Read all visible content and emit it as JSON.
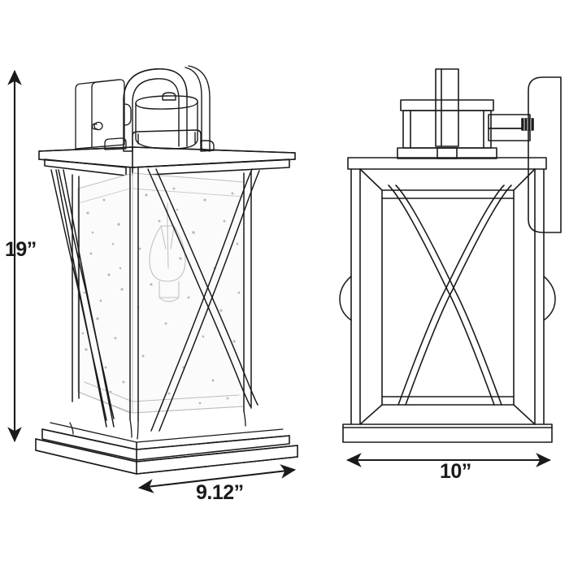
{
  "drawing": {
    "title": "Outdoor Wall Lantern Dimension Drawing",
    "background_color": "#ffffff",
    "line_color": "#1a1a1a",
    "light_line_color": "#8a8a8a",
    "glass_tint": "#fbfbfb",
    "seed_color": "#b9b9b9"
  },
  "dimensions": {
    "height": {
      "label": "19”",
      "value": 19,
      "unit": "in",
      "orientation": "vertical",
      "describes": "overall fixture height"
    },
    "width": {
      "label": "9.12”",
      "value": 9.12,
      "unit": "in",
      "orientation": "horizontal-perspective",
      "describes": "overall fixture width"
    },
    "depth": {
      "label": "10”",
      "value": 10,
      "unit": "in",
      "orientation": "horizontal",
      "describes": "overall fixture depth / wall projection"
    }
  },
  "views": {
    "front": {
      "name": "front-perspective-view",
      "parts": [
        "wall-mount-plate",
        "arched-carry-handle",
        "cylindrical-socket-housing",
        "roof-cap-plate",
        "corner-posts",
        "x-brace-straps",
        "seeded-glass-panels",
        "edison-bulb",
        "stepped-base"
      ]
    },
    "side": {
      "name": "side-elevation-view",
      "parts": [
        "wall-mount-plate",
        "mounting-arm",
        "arched-carry-handle",
        "cylindrical-socket-housing",
        "roof-cap-plate",
        "body-frame",
        "x-brace-strap",
        "base-plate"
      ]
    }
  }
}
